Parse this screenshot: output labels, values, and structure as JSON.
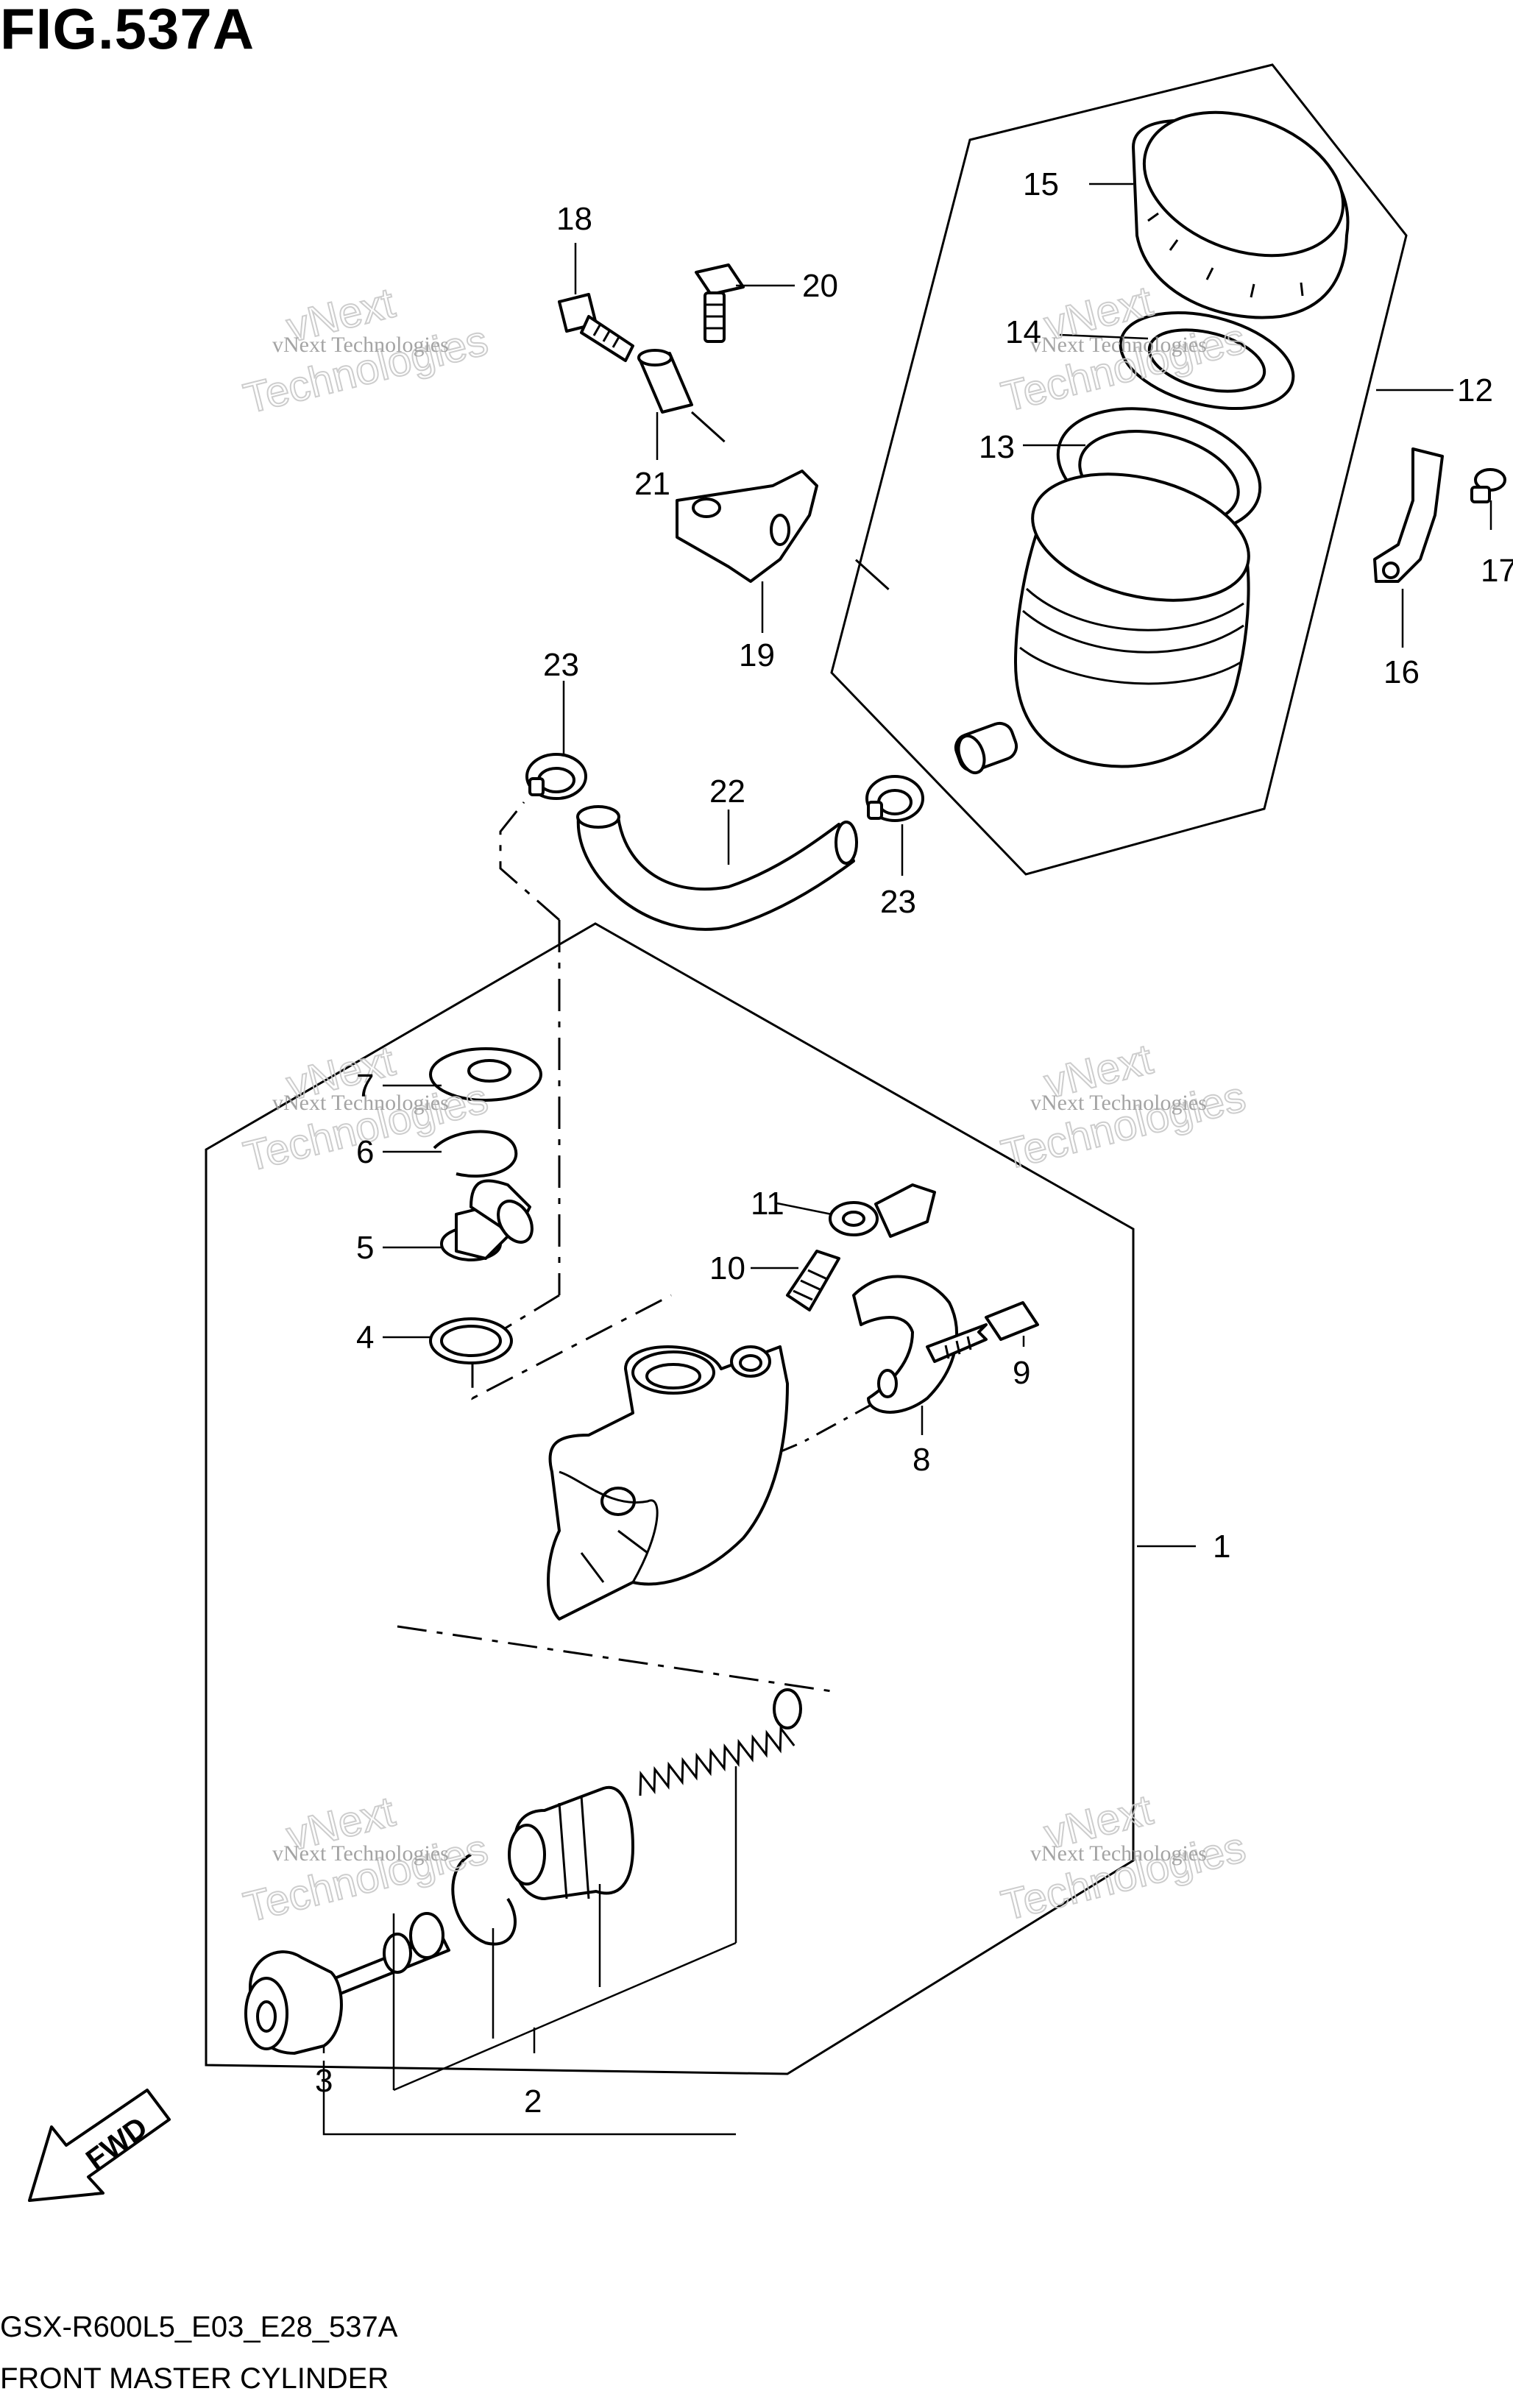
{
  "figure": {
    "title": "FIG.537A",
    "model_code": "GSX-R600L5_E03_E28_537A",
    "name": "FRONT MASTER CYLINDER"
  },
  "fwd_label": "FWD",
  "watermark": {
    "line1": "vNext",
    "line2": "Technologies",
    "small": "vNext Technologies"
  },
  "callouts": [
    {
      "id": "c1",
      "label": "1"
    },
    {
      "id": "c2",
      "label": "2"
    },
    {
      "id": "c3",
      "label": "3"
    },
    {
      "id": "c4",
      "label": "4"
    },
    {
      "id": "c5",
      "label": "5"
    },
    {
      "id": "c6",
      "label": "6"
    },
    {
      "id": "c7",
      "label": "7"
    },
    {
      "id": "c8",
      "label": "8"
    },
    {
      "id": "c9",
      "label": "9"
    },
    {
      "id": "c10",
      "label": "10"
    },
    {
      "id": "c11",
      "label": "11"
    },
    {
      "id": "c12",
      "label": "12"
    },
    {
      "id": "c13",
      "label": "13"
    },
    {
      "id": "c14",
      "label": "14"
    },
    {
      "id": "c15",
      "label": "15"
    },
    {
      "id": "c16",
      "label": "16"
    },
    {
      "id": "c17",
      "label": "17"
    },
    {
      "id": "c18",
      "label": "18"
    },
    {
      "id": "c19",
      "label": "19"
    },
    {
      "id": "c20",
      "label": "20"
    },
    {
      "id": "c21",
      "label": "21"
    },
    {
      "id": "c22",
      "label": "22"
    },
    {
      "id": "c23a",
      "label": "23"
    },
    {
      "id": "c23b",
      "label": "23"
    }
  ]
}
